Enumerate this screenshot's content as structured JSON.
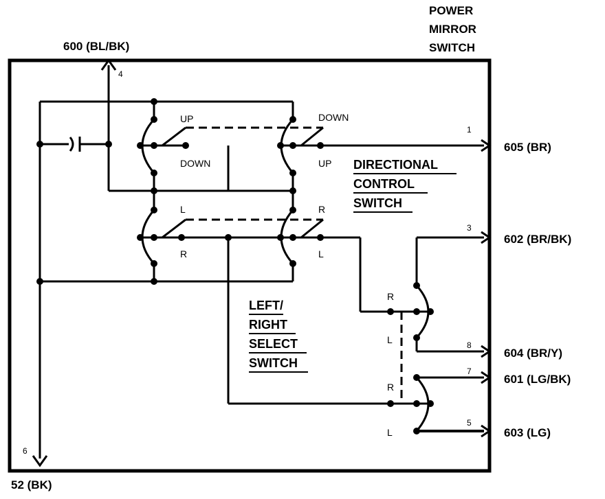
{
  "title": {
    "line1": "POWER",
    "line2": "MIRROR",
    "line3": "SWITCH"
  },
  "connectors": {
    "top": "600 (BL/BK)",
    "bottom": "52 (BK)",
    "out_1": "605 (BR)",
    "out_3": "602 (BR/BK)",
    "out_8": "604 (BR/Y)",
    "out_7": "601 (LG/BK)",
    "out_5": "603 (LG)"
  },
  "pins": {
    "p4": "4",
    "p6": "6",
    "p1": "1",
    "p3": "3",
    "p8": "8",
    "p7": "7",
    "p5": "5"
  },
  "switch_labels": {
    "directional": {
      "line1": "DIRECTIONAL",
      "line2": "CONTROL",
      "line3": "SWITCH"
    },
    "left_right": {
      "line1": "LEFT/",
      "line2": "RIGHT",
      "line3": "SELECT",
      "line4": "SWITCH"
    }
  },
  "positions": {
    "up_a": "UP",
    "down_a": "DOWN",
    "down_b": "DOWN",
    "up_b": "UP",
    "l_a": "L",
    "r_a": "R",
    "r_b": "R",
    "l_b": "L",
    "r_c": "R",
    "l_c": "L",
    "r_d": "R",
    "l_d": "L"
  }
}
